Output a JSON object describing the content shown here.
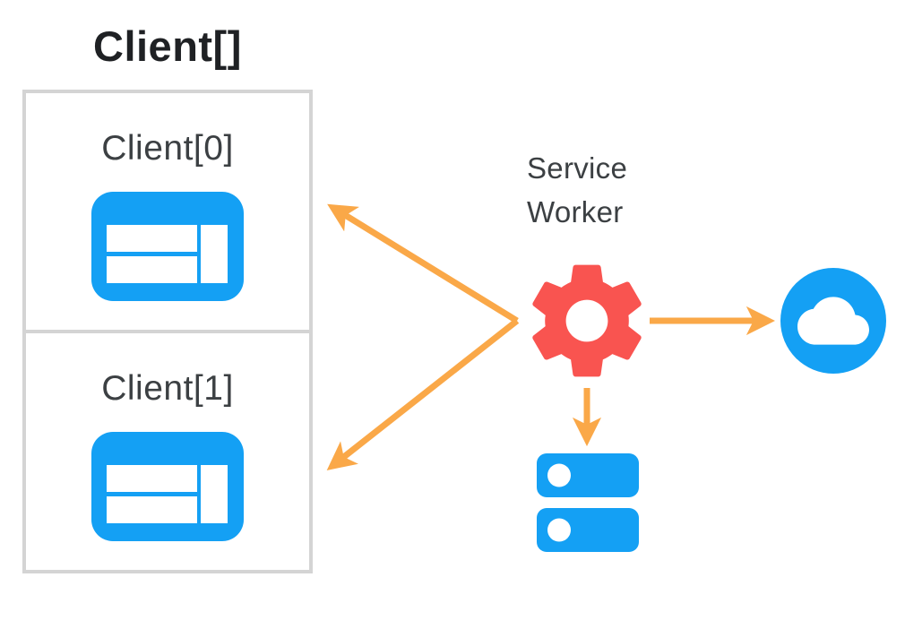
{
  "diagram": {
    "title": "Client[]",
    "clients": [
      {
        "label": "Client[0]",
        "icon": "browser-window-icon"
      },
      {
        "label": "Client[1]",
        "icon": "browser-window-icon"
      }
    ],
    "service_worker": {
      "line1": "Service",
      "line2": "Worker",
      "icon": "gear-icon"
    },
    "network": {
      "icon": "cloud-icon"
    },
    "storage": {
      "icon": "database-icon"
    },
    "arrows": [
      {
        "name": "service-worker-to-client-0"
      },
      {
        "name": "service-worker-to-client-1"
      },
      {
        "name": "service-worker-to-cloud"
      },
      {
        "name": "service-worker-to-database"
      }
    ],
    "colors": {
      "blue": "#14a0f4",
      "red": "#f95450",
      "orange": "#faa848",
      "title_text": "#1f2124",
      "label_text": "#3c4043",
      "box_border": "#d4d4d4",
      "background": "#ffffff"
    }
  }
}
